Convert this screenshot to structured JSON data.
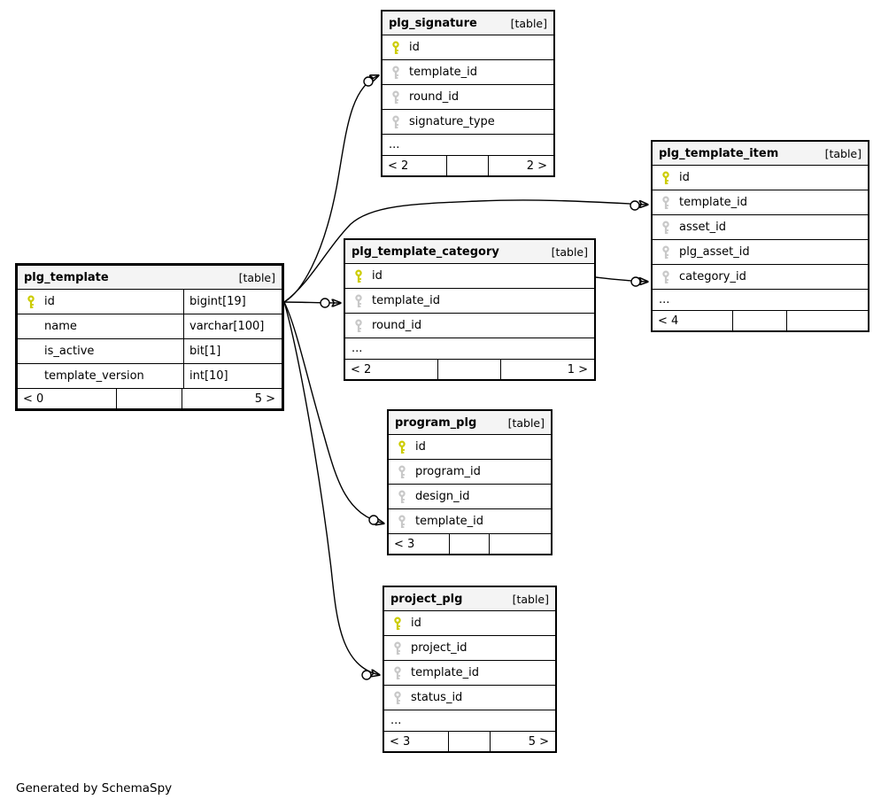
{
  "diagram": {
    "credit": "Generated by SchemaSpy",
    "colors": {
      "primary_key": "#cccc00",
      "foreign_key": "#c8c8c8",
      "header_bg": "#f4f4f4",
      "line": "#000000"
    },
    "tables": [
      {
        "id": "plg_signature",
        "name": "plg_signature",
        "tag": "[table]",
        "emphasized": false,
        "columns": [
          {
            "name": "id",
            "key": "pk"
          },
          {
            "name": "template_id",
            "key": "fk"
          },
          {
            "name": "round_id",
            "key": "fk"
          },
          {
            "name": "signature_type",
            "key": "fk"
          },
          {
            "name": "...",
            "key": "none",
            "ellipsis": true
          }
        ],
        "footer": {
          "left": "< 2",
          "center": "",
          "right": "2 >"
        }
      },
      {
        "id": "plg_template_item",
        "name": "plg_template_item",
        "tag": "[table]",
        "emphasized": false,
        "columns": [
          {
            "name": "id",
            "key": "pk"
          },
          {
            "name": "template_id",
            "key": "fk"
          },
          {
            "name": "asset_id",
            "key": "fk"
          },
          {
            "name": "plg_asset_id",
            "key": "fk"
          },
          {
            "name": "category_id",
            "key": "fk"
          },
          {
            "name": "...",
            "key": "none",
            "ellipsis": true
          }
        ],
        "footer": {
          "left": "< 4",
          "center": "",
          "right": ""
        }
      },
      {
        "id": "plg_template_category",
        "name": "plg_template_category",
        "tag": "[table]",
        "emphasized": false,
        "columns": [
          {
            "name": "id",
            "key": "pk"
          },
          {
            "name": "template_id",
            "key": "fk"
          },
          {
            "name": "round_id",
            "key": "fk"
          },
          {
            "name": "...",
            "key": "none",
            "ellipsis": true
          }
        ],
        "footer": {
          "left": "< 2",
          "center": "",
          "right": "1 >"
        }
      },
      {
        "id": "plg_template",
        "name": "plg_template",
        "tag": "[table]",
        "emphasized": true,
        "has_types": true,
        "columns": [
          {
            "name": "id",
            "key": "pk",
            "type": "bigint[19]"
          },
          {
            "name": "name",
            "key": "none",
            "type": "varchar[100]"
          },
          {
            "name": "is_active",
            "key": "none",
            "type": "bit[1]"
          },
          {
            "name": "template_version",
            "key": "none",
            "type": "int[10]"
          }
        ],
        "footer": {
          "left": "< 0",
          "center": "",
          "right": "5 >"
        }
      },
      {
        "id": "program_plg",
        "name": "program_plg",
        "tag": "[table]",
        "emphasized": false,
        "columns": [
          {
            "name": "id",
            "key": "pk"
          },
          {
            "name": "program_id",
            "key": "fk"
          },
          {
            "name": "design_id",
            "key": "fk"
          },
          {
            "name": "template_id",
            "key": "fk"
          }
        ],
        "footer": {
          "left": "< 3",
          "center": "",
          "right": ""
        }
      },
      {
        "id": "project_plg",
        "name": "project_plg",
        "tag": "[table]",
        "emphasized": false,
        "columns": [
          {
            "name": "id",
            "key": "pk"
          },
          {
            "name": "project_id",
            "key": "fk"
          },
          {
            "name": "template_id",
            "key": "fk"
          },
          {
            "name": "status_id",
            "key": "fk"
          },
          {
            "name": "...",
            "key": "none",
            "ellipsis": true
          }
        ],
        "footer": {
          "left": "< 3",
          "center": "",
          "right": "5 >"
        }
      }
    ],
    "relationships": [
      {
        "from": "plg_template.id",
        "to": "plg_signature.template_id"
      },
      {
        "from": "plg_template.id",
        "to": "plg_template_item.template_id"
      },
      {
        "from": "plg_template.id",
        "to": "plg_template_category.template_id"
      },
      {
        "from": "plg_template.id",
        "to": "program_plg.template_id"
      },
      {
        "from": "plg_template.id",
        "to": "project_plg.template_id"
      },
      {
        "from": "plg_template_category.id",
        "to": "plg_template_item.category_id"
      }
    ]
  }
}
